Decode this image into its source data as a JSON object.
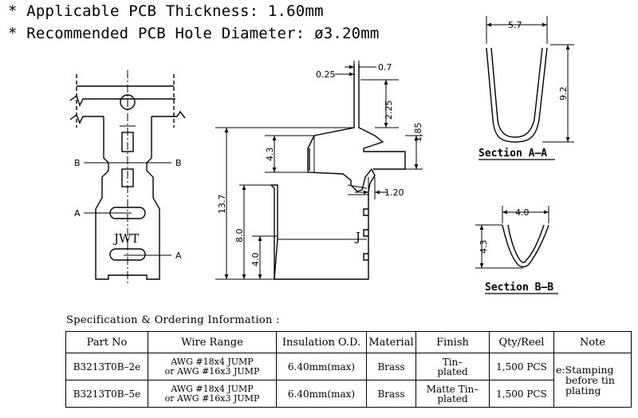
{
  "notes": {
    "line1": "* Applicable PCB Thickness: 1.60mm",
    "line2": "* Recommended PCB Hole Diameter: ø3.20mm"
  },
  "drawing": {
    "labels": {
      "b": "B",
      "a": "A",
      "brand": "JWT",
      "j": "J"
    },
    "dims": {
      "d_0_25": "0.25",
      "d_0_7": "0.7",
      "d_2_25": "2.25",
      "d_1_85": "1.85",
      "d_4_3_side": "4.3",
      "d_13_7": "13.7",
      "d_1_20": "1.20",
      "d_8_0": "8.0",
      "d_4_0_side": "4.0",
      "d_5_7": "5.7",
      "d_9_2": "9.2",
      "d_4_0_sec": "4.0",
      "d_4_3_sec": "4.3"
    },
    "section_aa": "Section A–A",
    "section_bb": "Section B–B"
  },
  "spec": {
    "heading": "Specification & Ordering Information :",
    "headers": [
      "Part No",
      "Wire Range",
      "Insulation O.D.",
      "Material",
      "Finish",
      "Qty/Reel",
      "Note"
    ],
    "rows": [
      {
        "part_no": "B3213T0B–2e",
        "wire_line1": "AWG #18x4 JUMP",
        "wire_line2": "or AWG #16x3 JUMP",
        "insulation": "6.40mm(max)",
        "material": "Brass",
        "finish_line1": "Tin–",
        "finish_line2": "plated",
        "qty": "1,500 PCS"
      },
      {
        "part_no": "B3213T0B–5e",
        "wire_line1": "AWG #18x4 JUMP",
        "wire_line2": "or AWG #16x3 JUMP",
        "insulation": "6.40mm(max)",
        "material": "Brass",
        "finish_line1": "Matte Tin–",
        "finish_line2": "plated",
        "qty": "1,500 PCS"
      }
    ],
    "note_line1": "e:Stamping",
    "note_line2": "before tin",
    "note_line3": "plating"
  }
}
